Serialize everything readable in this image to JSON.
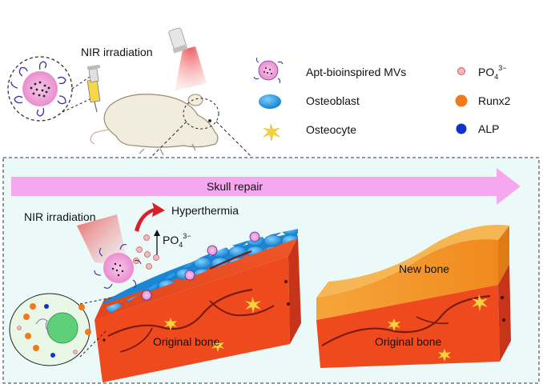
{
  "top": {
    "nir_label": "NIR irradiation"
  },
  "legend": {
    "items": [
      {
        "label": "Apt-bioinspired MVs",
        "icon": "mv-icon"
      },
      {
        "label": "Osteoblast",
        "icon": "osteoblast-icon"
      },
      {
        "label": "Osteocyte",
        "icon": "osteocyte-icon"
      },
      {
        "label_main": "PO",
        "label_sub": "4",
        "label_sup": "3−",
        "icon": "phosphate-icon"
      },
      {
        "label": "Runx2",
        "icon": "runx2-icon"
      },
      {
        "label": "ALP",
        "icon": "alp-icon"
      }
    ]
  },
  "panel": {
    "arrow_label": "Skull repair",
    "nir_label": "NIR irradiation",
    "hyperthermia_label": "Hyperthermia",
    "po4_main": "PO",
    "po4_sub": "4",
    "po4_sup": "3−",
    "original_bone_left": "Original bone",
    "new_bone": "New bone",
    "original_bone_right": "Original bone"
  },
  "colors": {
    "bone_red": "#ee4a1e",
    "bone_dark": "#c7341a",
    "new_bone": "#f39a2c",
    "osteoblast": "#2a9ae0",
    "mv_pink": "#f3a6d9",
    "arrow_pink": "#f6a8ee",
    "panel_bg": "#ecf9f9",
    "runx2": "#f07a1c",
    "alp": "#1432c8"
  }
}
